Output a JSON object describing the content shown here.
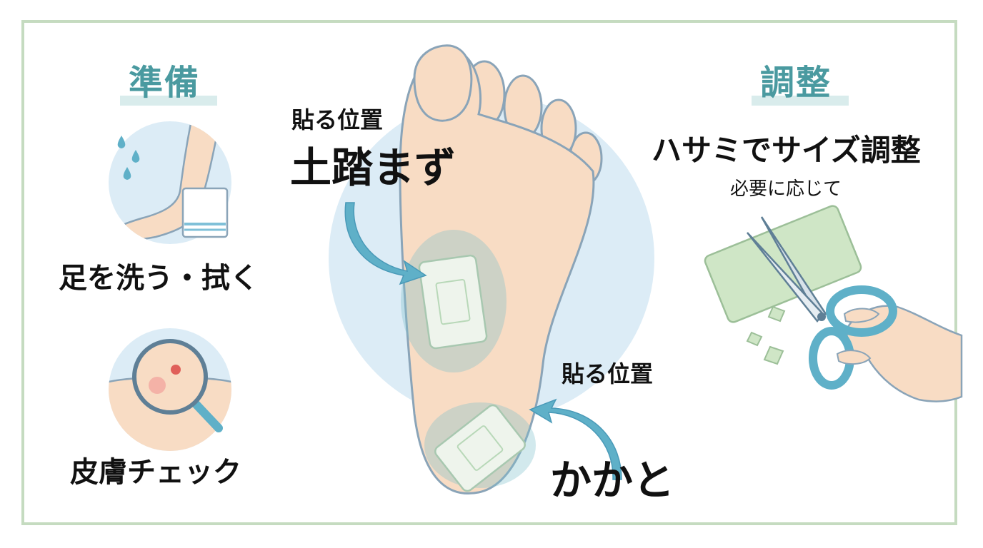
{
  "left_panel": {
    "heading": "準備",
    "step1_label": "足を洗う・拭く",
    "step2_label": "皮膚チェック"
  },
  "center_panel": {
    "position_label_top": "貼る位置",
    "arch_label": "土踏まず",
    "position_label_bottom": "貼る位置",
    "heel_label": "かかと"
  },
  "right_panel": {
    "heading": "調整",
    "title": "ハサミでサイズ調整",
    "subtitle": "必要に応じて"
  },
  "colors": {
    "accent_teal": "#4a9aa0",
    "frame_green": "#c5dbc0",
    "skin": "#f8dcc4",
    "circle_blue": "#dcecf6",
    "arrow_blue": "#5fb0c8"
  }
}
